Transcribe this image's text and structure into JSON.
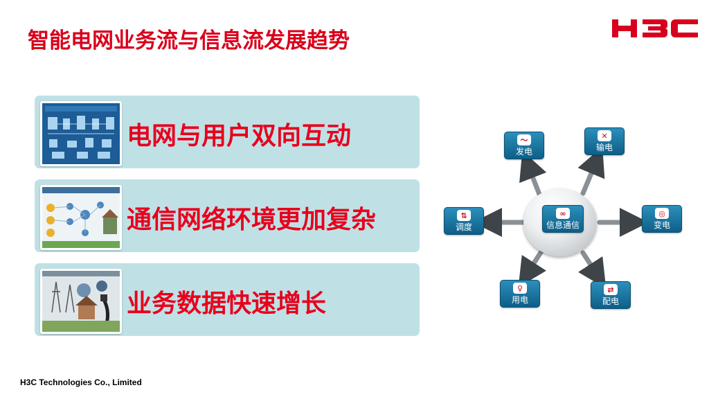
{
  "slide": {
    "title": "智能电网业务流与信息流发展趋势",
    "logo_text": "H3C",
    "footer": "H3C Technologies Co., Limited"
  },
  "panels": [
    {
      "label": "电网与用户双向互动",
      "thumbnail": "power-system-infrastructure-image"
    },
    {
      "label": "通信网络环境更加复杂",
      "thumbnail": "communication-network-diagram-image"
    },
    {
      "label": "业务数据快速增长",
      "thumbnail": "smart-grid-data-image"
    }
  ],
  "diagram": {
    "center": {
      "label": "信息通信",
      "icon": "link-icon"
    },
    "nodes": [
      {
        "id": "generation",
        "label": "发电",
        "icon": "wave-icon"
      },
      {
        "id": "transmission",
        "label": "输电",
        "icon": "tower-icon"
      },
      {
        "id": "transformation",
        "label": "变电",
        "icon": "transformer-icon"
      },
      {
        "id": "distribution",
        "label": "配电",
        "icon": "switch-icon"
      },
      {
        "id": "consumption",
        "label": "用电",
        "icon": "bulb-icon"
      },
      {
        "id": "dispatch",
        "label": "调度",
        "icon": "dispatch-icon"
      }
    ]
  },
  "colors": {
    "title": "#d9001b",
    "panel_bg": "#bfe1e6",
    "panel_text": "#e8001c",
    "node_bg": "#1a76a3",
    "logo": "#d7001e"
  }
}
